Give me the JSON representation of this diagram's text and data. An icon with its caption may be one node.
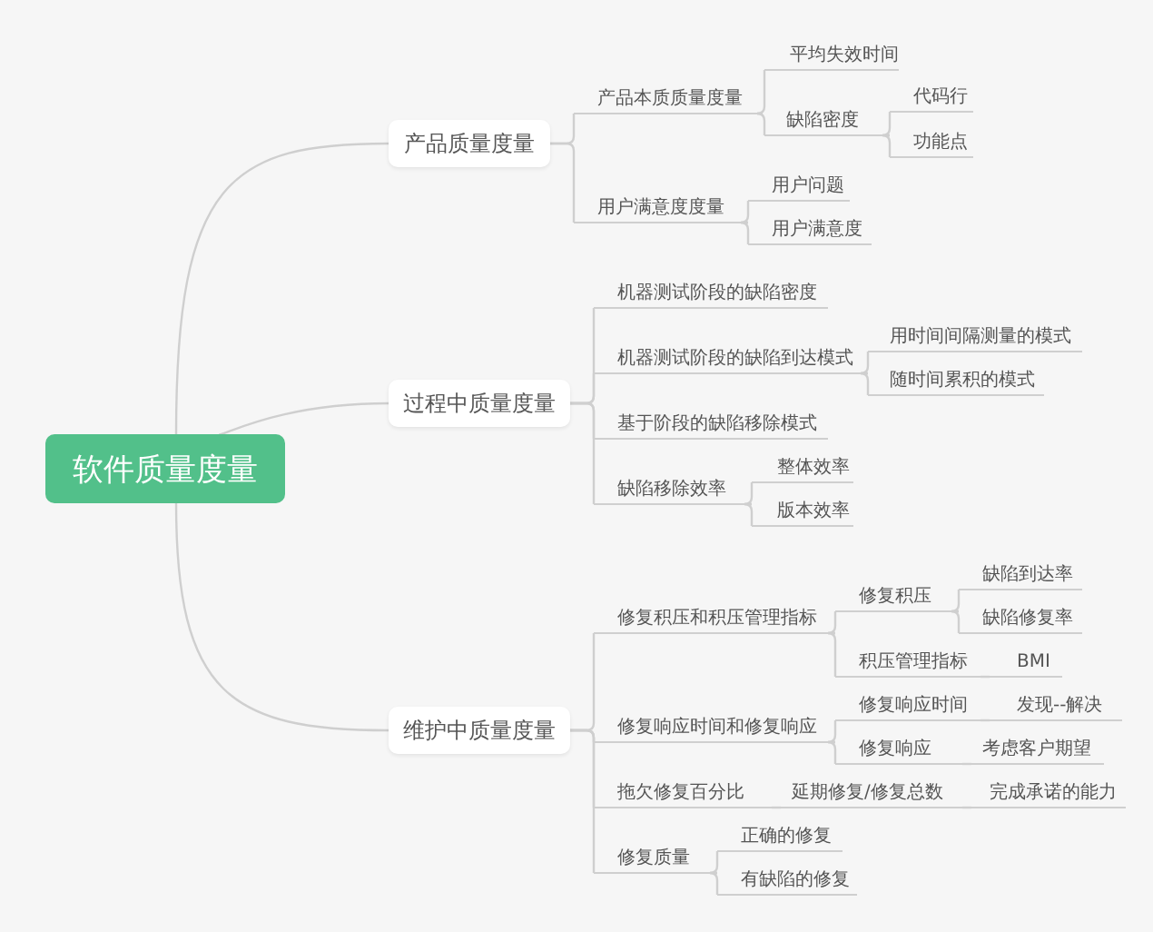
{
  "diagram": {
    "nodes": [
      {
        "text": [
          "软件质量度量"
        ]
      },
      {
        "text": [
          "产品质量度量"
        ]
      },
      {
        "text": [
          "产品本质质量度量"
        ]
      },
      {
        "text": [
          "平均失效时间"
        ]
      },
      {
        "text": [
          "缺陷密度"
        ]
      },
      {
        "text": [
          "代码行"
        ]
      },
      {
        "text": [
          "功能点"
        ]
      },
      {
        "text": [
          "用户满意度度量"
        ]
      },
      {
        "text": [
          "用户问题"
        ]
      },
      {
        "text": [
          "用户满意度"
        ]
      },
      {
        "text": [
          "过程中质量度量"
        ]
      },
      {
        "text": [
          "机器测试阶段的缺陷密度"
        ]
      },
      {
        "text": [
          "机器测试阶段的缺陷到达模式"
        ]
      },
      {
        "text": [
          "用时间间隔测量的模式"
        ]
      },
      {
        "text": [
          "随时间累积的模式"
        ]
      },
      {
        "text": [
          "基于阶段的缺陷移除模式"
        ]
      },
      {
        "text": [
          "缺陷移除效率"
        ]
      },
      {
        "text": [
          "整体效率"
        ]
      },
      {
        "text": [
          "版本效率"
        ]
      },
      {
        "text": [
          "维护中质量度量"
        ]
      },
      {
        "text": [
          "修复积压和积压管理指标"
        ]
      },
      {
        "text": [
          "修复积压"
        ]
      },
      {
        "text": [
          "缺陷到达率"
        ]
      },
      {
        "text": [
          "缺陷修复率"
        ]
      },
      {
        "text": [
          "积压管理指标"
        ]
      },
      {
        "text": [
          "BMI"
        ]
      },
      {
        "text": [
          "修复响应时间和修复响应"
        ]
      },
      {
        "text": [
          "修复响应时间"
        ]
      },
      {
        "text": [
          "发现--解决"
        ]
      },
      {
        "text": [
          "修复响应"
        ]
      },
      {
        "text": [
          "考虑客户期望"
        ]
      },
      {
        "text": [
          "拖欠修复百分比"
        ]
      },
      {
        "text": [
          "延期修复/修复总数"
        ]
      },
      {
        "text": [
          "完成承诺的能力"
        ]
      },
      {
        "text": [
          "修复质量"
        ]
      },
      {
        "text": [
          "正确的修复"
        ]
      },
      {
        "text": [
          "有缺陷的修复"
        ]
      }
    ],
    "edges": [
      {
        "from": 0,
        "to": 1,
        "arrow": "none"
      },
      {
        "from": 1,
        "to": 2,
        "arrow": "none"
      },
      {
        "from": 2,
        "to": 3,
        "arrow": "none"
      },
      {
        "from": 2,
        "to": 4,
        "arrow": "none"
      },
      {
        "from": 4,
        "to": 5,
        "arrow": "none"
      },
      {
        "from": 4,
        "to": 6,
        "arrow": "none"
      },
      {
        "from": 1,
        "to": 7,
        "arrow": "none"
      },
      {
        "from": 7,
        "to": 8,
        "arrow": "none"
      },
      {
        "from": 7,
        "to": 9,
        "arrow": "none"
      },
      {
        "from": 0,
        "to": 10,
        "arrow": "none"
      },
      {
        "from": 10,
        "to": 11,
        "arrow": "none"
      },
      {
        "from": 10,
        "to": 12,
        "arrow": "none"
      },
      {
        "from": 12,
        "to": 13,
        "arrow": "none"
      },
      {
        "from": 12,
        "to": 14,
        "arrow": "none"
      },
      {
        "from": 10,
        "to": 15,
        "arrow": "none"
      },
      {
        "from": 10,
        "to": 16,
        "arrow": "none"
      },
      {
        "from": 16,
        "to": 17,
        "arrow": "none"
      },
      {
        "from": 16,
        "to": 18,
        "arrow": "none"
      },
      {
        "from": 0,
        "to": 19,
        "arrow": "none"
      },
      {
        "from": 19,
        "to": 20,
        "arrow": "none"
      },
      {
        "from": 20,
        "to": 21,
        "arrow": "none"
      },
      {
        "from": 21,
        "to": 22,
        "arrow": "none"
      },
      {
        "from": 21,
        "to": 23,
        "arrow": "none"
      },
      {
        "from": 20,
        "to": 24,
        "arrow": "none"
      },
      {
        "from": 24,
        "to": 25,
        "arrow": "none"
      },
      {
        "from": 19,
        "to": 26,
        "arrow": "none"
      },
      {
        "from": 26,
        "to": 27,
        "arrow": "none"
      },
      {
        "from": 27,
        "to": 28,
        "arrow": "none"
      },
      {
        "from": 26,
        "to": 29,
        "arrow": "none"
      },
      {
        "from": 29,
        "to": 30,
        "arrow": "none"
      },
      {
        "from": 19,
        "to": 31,
        "arrow": "none"
      },
      {
        "from": 31,
        "to": 32,
        "arrow": "none"
      },
      {
        "from": 32,
        "to": 33,
        "arrow": "none"
      },
      {
        "from": 19,
        "to": 34,
        "arrow": "none"
      },
      {
        "from": 34,
        "to": 35,
        "arrow": "none"
      },
      {
        "from": 34,
        "to": 36,
        "arrow": "none"
      }
    ]
  }
}
